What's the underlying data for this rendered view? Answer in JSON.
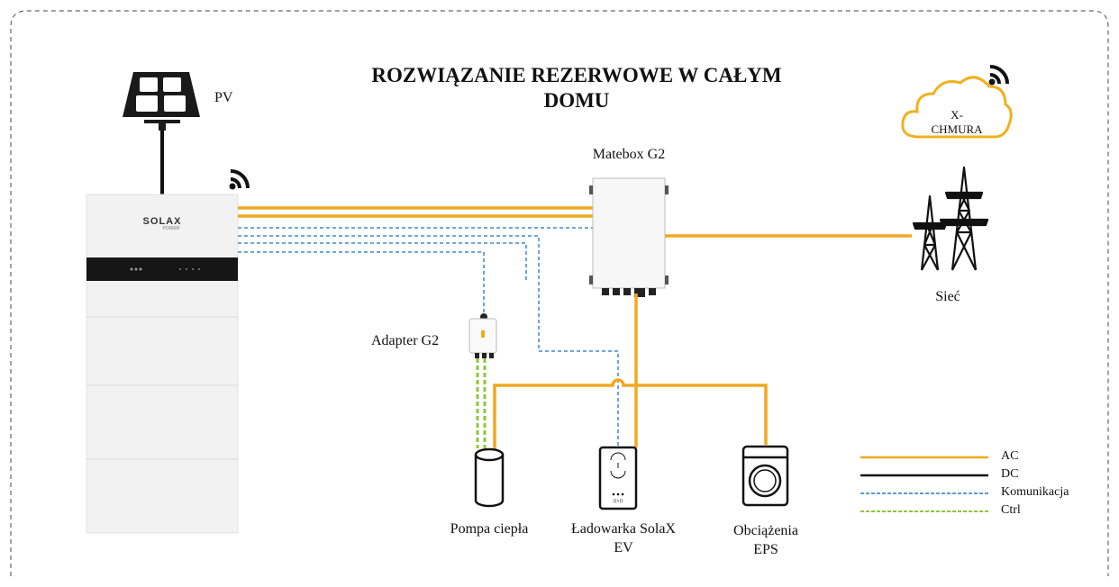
{
  "title": {
    "line1": "ROZWIĄZANIE REZERWOWE W CAŁYM",
    "line2": "DOMU"
  },
  "nodes": {
    "pv": "PV",
    "cloud_line1": "X-",
    "cloud_line2": "CHMURA",
    "matebox": "Matebox G2",
    "grid": "Sieć",
    "adapter": "Adapter G2",
    "heat_pump": "Pompa ciepła",
    "ev_charger_line1": "Ładowarka SolaX",
    "ev_charger_line2": "EV",
    "eps_loads_line1": "Obciążenia",
    "eps_loads_line2": "EPS",
    "inverter_brand": "SOLAX",
    "inverter_brand_sub": "POWER"
  },
  "legend": [
    {
      "label": "AC",
      "color": "#f0a820",
      "style": "solid"
    },
    {
      "label": "DC",
      "color": "#111111",
      "style": "solid"
    },
    {
      "label": "Komunikacja",
      "color": "#5b9bd5",
      "style": "dashed"
    },
    {
      "label": "Ctrl",
      "color": "#8dc63f",
      "style": "dashed"
    }
  ],
  "colors": {
    "ac": "#f0a820",
    "dc": "#111111",
    "comm": "#5b9bd5",
    "ctrl": "#8dc63f",
    "cloud": "#f0b020"
  }
}
